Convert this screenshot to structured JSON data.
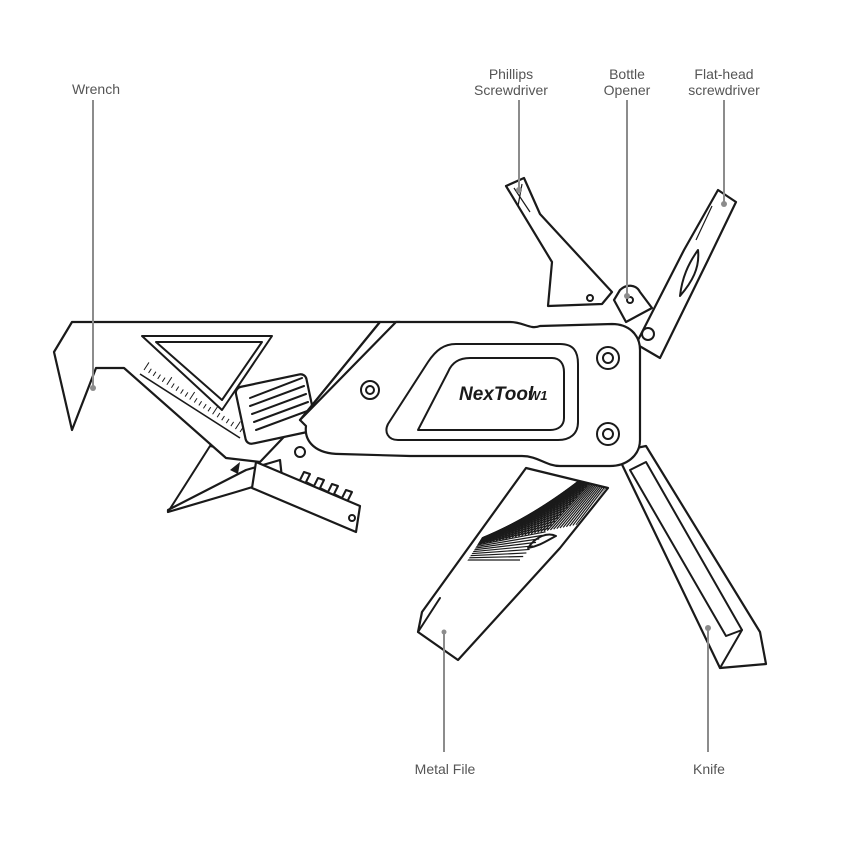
{
  "labels": {
    "wrench": "Wrench",
    "phillips_line1": "Phillips",
    "phillips_line2": "Screwdriver",
    "bottle_line1": "Bottle",
    "bottle_line2": "Opener",
    "flathead_line1": "Flat-head",
    "flathead_line2": "screwdriver",
    "metal_file": "Metal File",
    "knife": "Knife"
  },
  "brand": {
    "name": "NexTool",
    "model": "W1"
  },
  "colors": {
    "outline": "#1a1a1a",
    "leader": "#8c8c8c",
    "label_text": "#555555",
    "background": "#ffffff"
  }
}
